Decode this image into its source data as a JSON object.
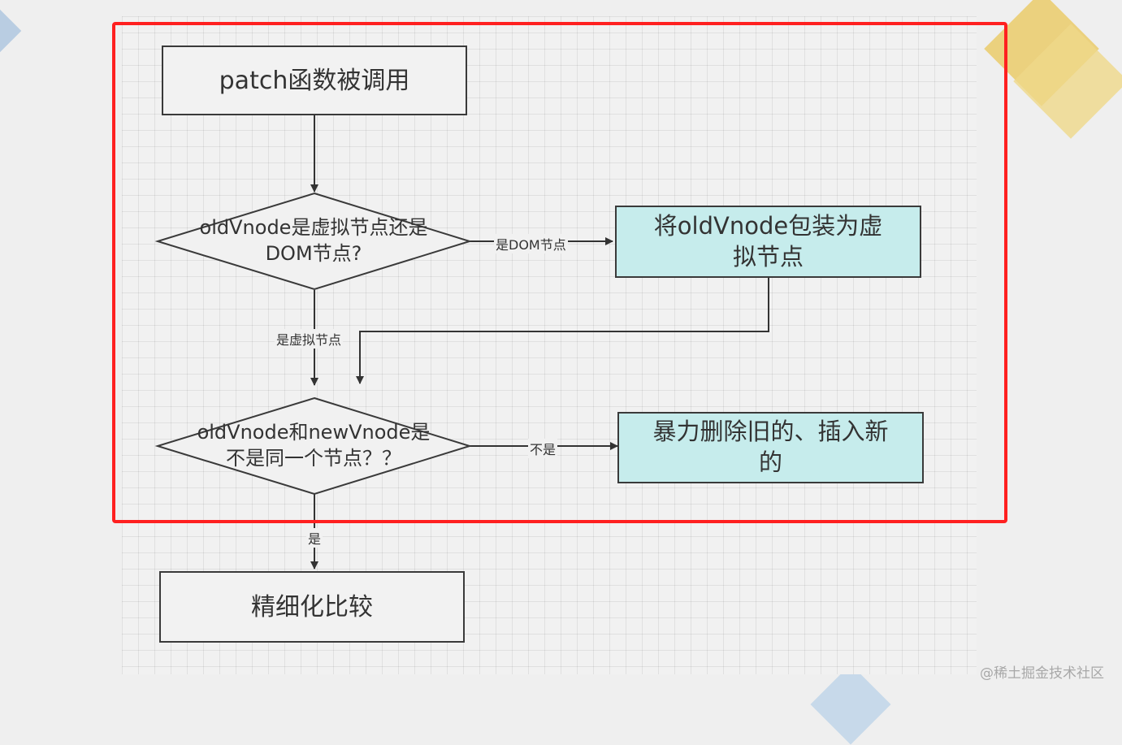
{
  "nodes": {
    "start": "patch函数被调用",
    "decision1_line1": "oldVnode是虚拟节点还是",
    "decision1_line2": "DOM节点?",
    "wrap_line1": "将oldVnode包装为虚",
    "wrap_line2": "拟节点",
    "decision2_line1": "oldVnode和newVnode是",
    "decision2_line2": "不是同一个节点？？",
    "replace_line1": "暴力删除旧的、插入新",
    "replace_line2": "的",
    "refine": "精细化比较"
  },
  "edges": {
    "is_dom": "是DOM节点",
    "is_virtual": "是虚拟节点",
    "not_same": "不是",
    "same": "是"
  },
  "colors": {
    "frame": "#ff2020",
    "box_fill_highlight": "#c6ecec",
    "stroke": "#3a3a3a"
  },
  "watermark": "@稀土掘金技术社区"
}
